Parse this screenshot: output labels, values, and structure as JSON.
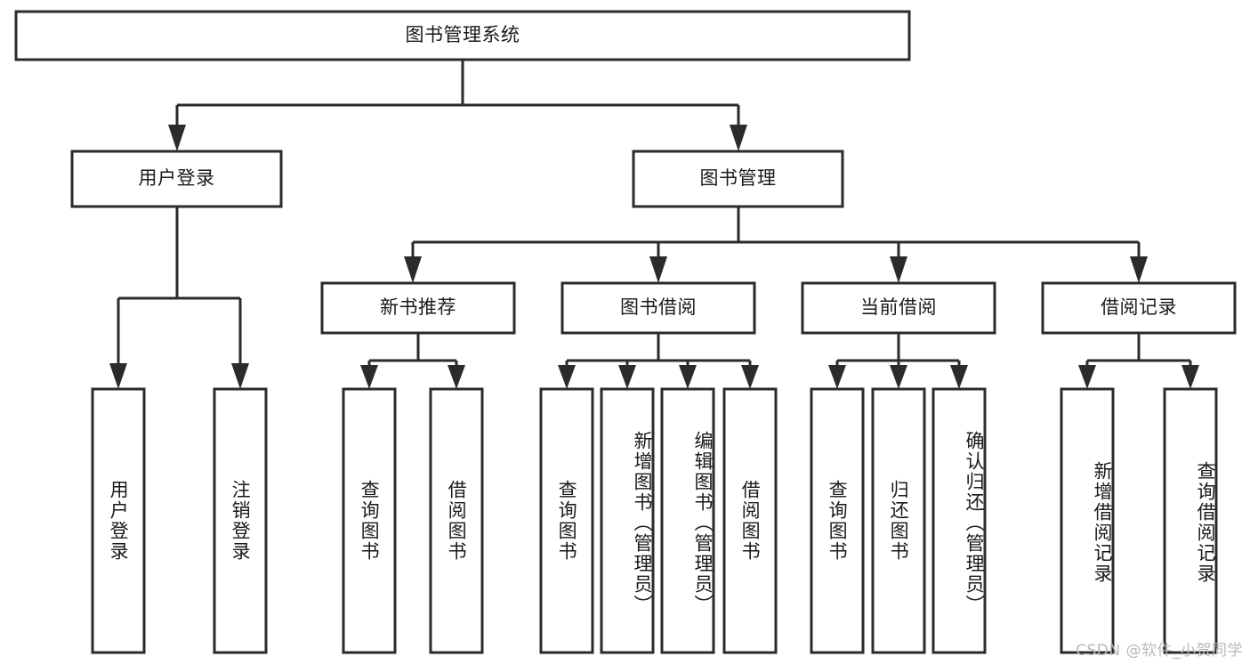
{
  "diagram": {
    "type": "tree-hierarchy-diagram",
    "title": "图书管理系统",
    "root": {
      "id": "root",
      "label": "图书管理系统"
    },
    "level2": [
      {
        "id": "user-login",
        "label": "用户登录"
      },
      {
        "id": "book-management",
        "label": "图书管理"
      }
    ],
    "level3": [
      {
        "id": "new-book-recommend",
        "label": "新书推荐"
      },
      {
        "id": "book-borrow",
        "label": "图书借阅"
      },
      {
        "id": "current-borrow",
        "label": "当前借阅"
      },
      {
        "id": "borrow-record",
        "label": "借阅记录"
      }
    ],
    "leaves": {
      "user_login": [
        {
          "id": "leaf-user-login",
          "label": "用户登录"
        },
        {
          "id": "leaf-logout",
          "label": "注销登录"
        }
      ],
      "new_book_recommend": [
        {
          "id": "leaf-query-book-1",
          "label": "查询图书"
        },
        {
          "id": "leaf-borrow-book-1",
          "label": "借阅图书"
        }
      ],
      "book_borrow": [
        {
          "id": "leaf-query-book-2",
          "label": "查询图书"
        },
        {
          "id": "leaf-add-book",
          "label": "新增图书（管理员）"
        },
        {
          "id": "leaf-edit-book",
          "label": "编辑图书（管理员）"
        },
        {
          "id": "leaf-borrow-book-2",
          "label": "借阅图书"
        }
      ],
      "current_borrow": [
        {
          "id": "leaf-query-book-3",
          "label": "查询图书"
        },
        {
          "id": "leaf-return-book",
          "label": "归还图书"
        },
        {
          "id": "leaf-confirm-return",
          "label": "确认归还（管理员）"
        }
      ],
      "borrow_record": [
        {
          "id": "leaf-add-record",
          "label": "新增借阅记录"
        },
        {
          "id": "leaf-query-record",
          "label": "查询借阅记录"
        }
      ]
    }
  },
  "watermark": {
    "text": "CSDN @软件_小贺同学"
  },
  "colors": {
    "stroke": "#2b2b2b",
    "box_fill": "#ffffff",
    "text": "#1a1a1a",
    "watermark": "#b9b9b9",
    "background": "#ffffff"
  }
}
